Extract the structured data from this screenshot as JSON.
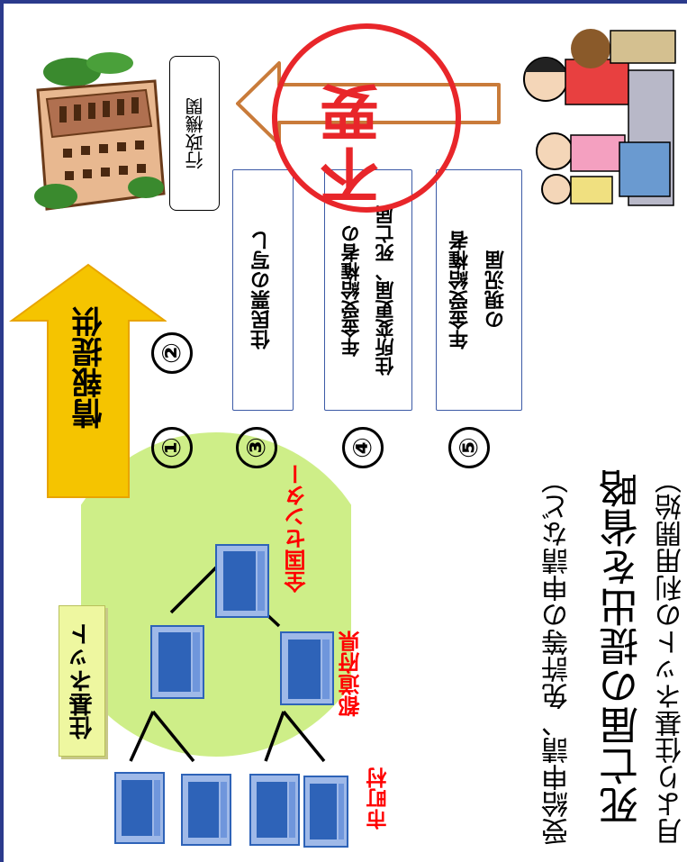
{
  "labels": {
    "jukinet": "住基ネット",
    "zenkoku": "全国センター",
    "todofuken": "都道府県",
    "shichoson": "市町村",
    "joho_teikyo": "情報提供",
    "gyosei": "行政機関",
    "fuyo": "不要",
    "item3": "住民票の写し",
    "item4_line1": "年金受給権者の",
    "item4_line2": "住所変更届、死亡届",
    "item5_line1": "年金受給権者",
    "item5_line2": "の現況届",
    "bottom1": "受給申請、免許等の申請など）",
    "bottom2": "死亡届の提出を省略",
    "bottom3": "月より住基ネットの利用開始）"
  },
  "numbers": [
    "①",
    "②",
    "③",
    "④",
    "⑤"
  ],
  "colors": {
    "frame": "#2b3a8c",
    "sphere": "#c9ec7b",
    "arrow": "#f5c400",
    "computer": "#2e63b8",
    "red_label": "#ff0000",
    "fuyo_circle": "#e8262a",
    "outline_arrow": "#c97b3a"
  }
}
